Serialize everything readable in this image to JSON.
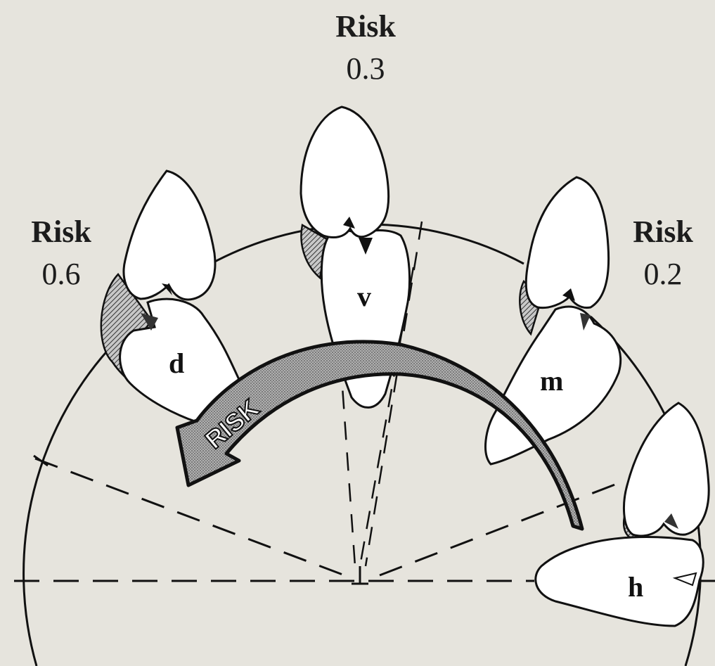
{
  "labels": {
    "top": {
      "title": "Risk",
      "value": "0.3"
    },
    "left": {
      "title": "Risk",
      "value": "0.6"
    },
    "right": {
      "title": "Risk",
      "value": "0.2"
    }
  },
  "arrow_text": "RISK",
  "teeth": [
    {
      "id": "d",
      "letter": "d",
      "risk": "0.6"
    },
    {
      "id": "v",
      "letter": "v",
      "risk": "0.3"
    },
    {
      "id": "m",
      "letter": "m",
      "risk": "0.2"
    },
    {
      "id": "h",
      "letter": "h"
    }
  ],
  "colors": {
    "background": "#e6e4dd",
    "ink": "#111111",
    "fill": "#ffffff",
    "hatch": "#555555",
    "arrow_fill": "#9a9a9a"
  }
}
